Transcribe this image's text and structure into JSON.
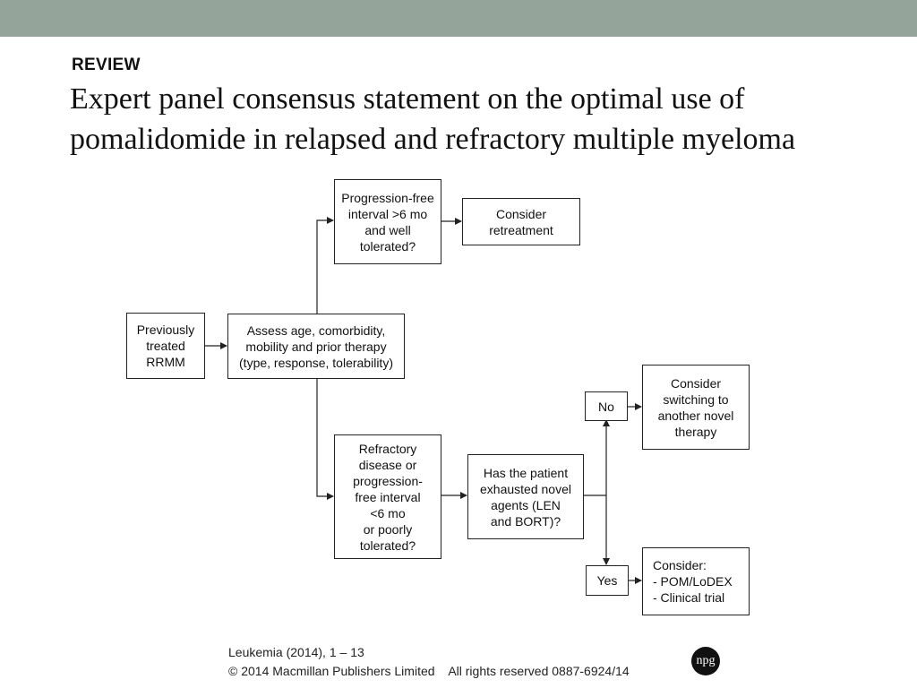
{
  "header": {
    "section_label": "REVIEW",
    "title": "Expert panel consensus statement on the optimal use of pomalidomide in relapsed and refractory multiple myeloma"
  },
  "flowchart": {
    "nodes": {
      "previously_treated": "Previously\ntreated\nRRMM",
      "assess": "Assess age, comorbidity,\nmobility and prior therapy\n(type, response, tolerability)",
      "progression_free_gt6": "Progression-free\ninterval >6 mo\nand well\ntolerated?",
      "consider_retreatment": "Consider\nretreatment",
      "refractory": "Refractory\ndisease or\nprogression-\nfree interval\n<6 mo\nor poorly\ntolerated?",
      "exhausted": "Has the patient\nexhausted novel\nagents (LEN\nand BORT)?",
      "no": "No",
      "yes": "Yes",
      "consider_switching": "Consider\nswitching to\nanother novel\ntherapy",
      "consider_pom": "Consider:\n- POM/LoDEX\n- Clinical trial"
    }
  },
  "footer": {
    "citation": "Leukemia (2014), 1 – 13",
    "copyright": "© 2014 Macmillan Publishers Limited    All rights reserved 0887-6924/14",
    "logo_text": "npg"
  }
}
